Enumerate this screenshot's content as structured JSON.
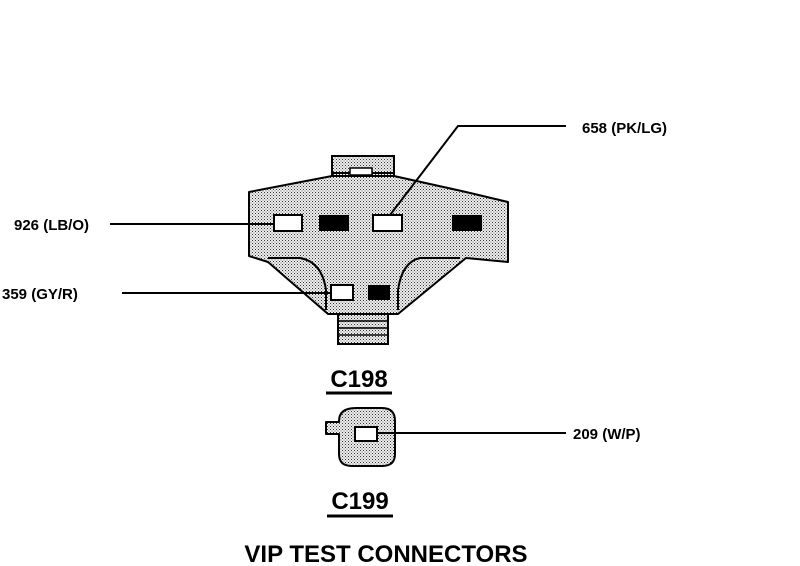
{
  "wires": {
    "w658": "658 (PK/LG)",
    "w926": "926 (LB/O)",
    "w359": "359 (GY/R)",
    "w209": "209 (W/P)"
  },
  "connectors": {
    "c198": "C198",
    "c199": "C199"
  },
  "title": "VIP TEST CONNECTORS"
}
